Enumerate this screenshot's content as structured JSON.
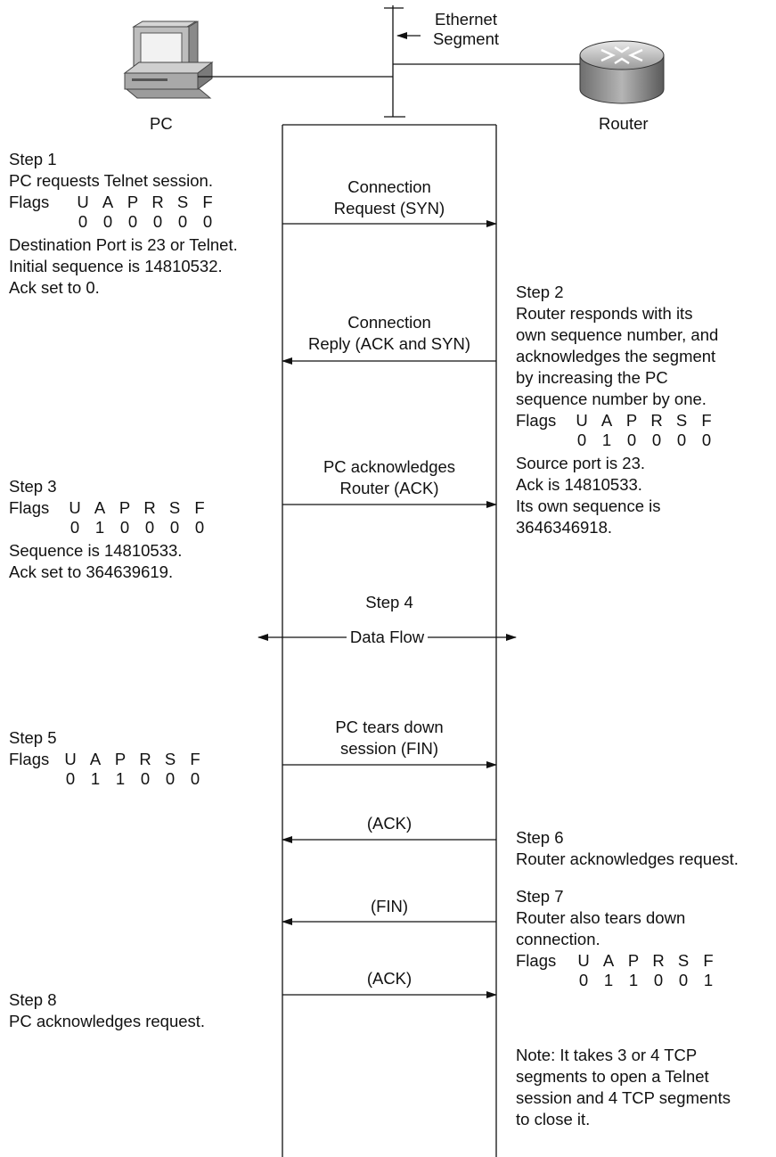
{
  "devices": {
    "pc_label": "PC",
    "router_label": "Router",
    "segment_label_line1": "Ethernet",
    "segment_label_line2": "Segment"
  },
  "flag_letters": [
    "U",
    "A",
    "P",
    "R",
    "S",
    "F"
  ],
  "flags_word": "Flags",
  "steps": {
    "step1": {
      "title": "Step 1",
      "line1": "PC requests Telnet session.",
      "flags": [
        "0",
        "0",
        "0",
        "0",
        "0",
        "0"
      ],
      "line2": "Destination Port is 23 or Telnet.",
      "line3": "Initial sequence is 14810532.",
      "line4": "Ack set to 0."
    },
    "step2": {
      "title": "Step 2",
      "line1": "Router responds with its",
      "line2": "own sequence number, and",
      "line3": "acknowledges the segment",
      "line4": "by increasing the PC",
      "line5": "sequence number by one.",
      "flags": [
        "0",
        "1",
        "0",
        "0",
        "0",
        "0"
      ],
      "line6": "Source port is 23.",
      "line7": "Ack is 14810533.",
      "line8": "Its own sequence is",
      "line9": "3646346918."
    },
    "step3": {
      "title": "Step 3",
      "flags": [
        "0",
        "1",
        "0",
        "0",
        "0",
        "0"
      ],
      "line1": "Sequence is 14810533.",
      "line2": "Ack set to 364639619."
    },
    "step4": {
      "title": "Step 4",
      "label": "Data Flow"
    },
    "step5": {
      "title": "Step 5",
      "flags": [
        "0",
        "1",
        "1",
        "0",
        "0",
        "0"
      ]
    },
    "step6": {
      "title": "Step 6",
      "line1": "Router acknowledges request."
    },
    "step7": {
      "title": "Step 7",
      "line1": "Router also tears down",
      "line2": "connection.",
      "flags": [
        "0",
        "1",
        "1",
        "0",
        "0",
        "1"
      ]
    },
    "step8": {
      "title": "Step 8",
      "line1": "PC acknowledges request."
    }
  },
  "messages": {
    "m1_line1": "Connection",
    "m1_line2": "Request (SYN)",
    "m2_line1": "Connection",
    "m2_line2": "Reply (ACK and SYN)",
    "m3_line1": "PC acknowledges",
    "m3_line2": "Router (ACK)",
    "m5_line1": "PC tears down",
    "m5_line2": "session (FIN)",
    "m6": "(ACK)",
    "m7": "(FIN)",
    "m8": "(ACK)"
  },
  "note": {
    "line1": "Note: It takes 3 or 4 TCP",
    "line2": "segments to open a Telnet",
    "line3": "session and 4 TCP segments",
    "line4": "to close it."
  }
}
